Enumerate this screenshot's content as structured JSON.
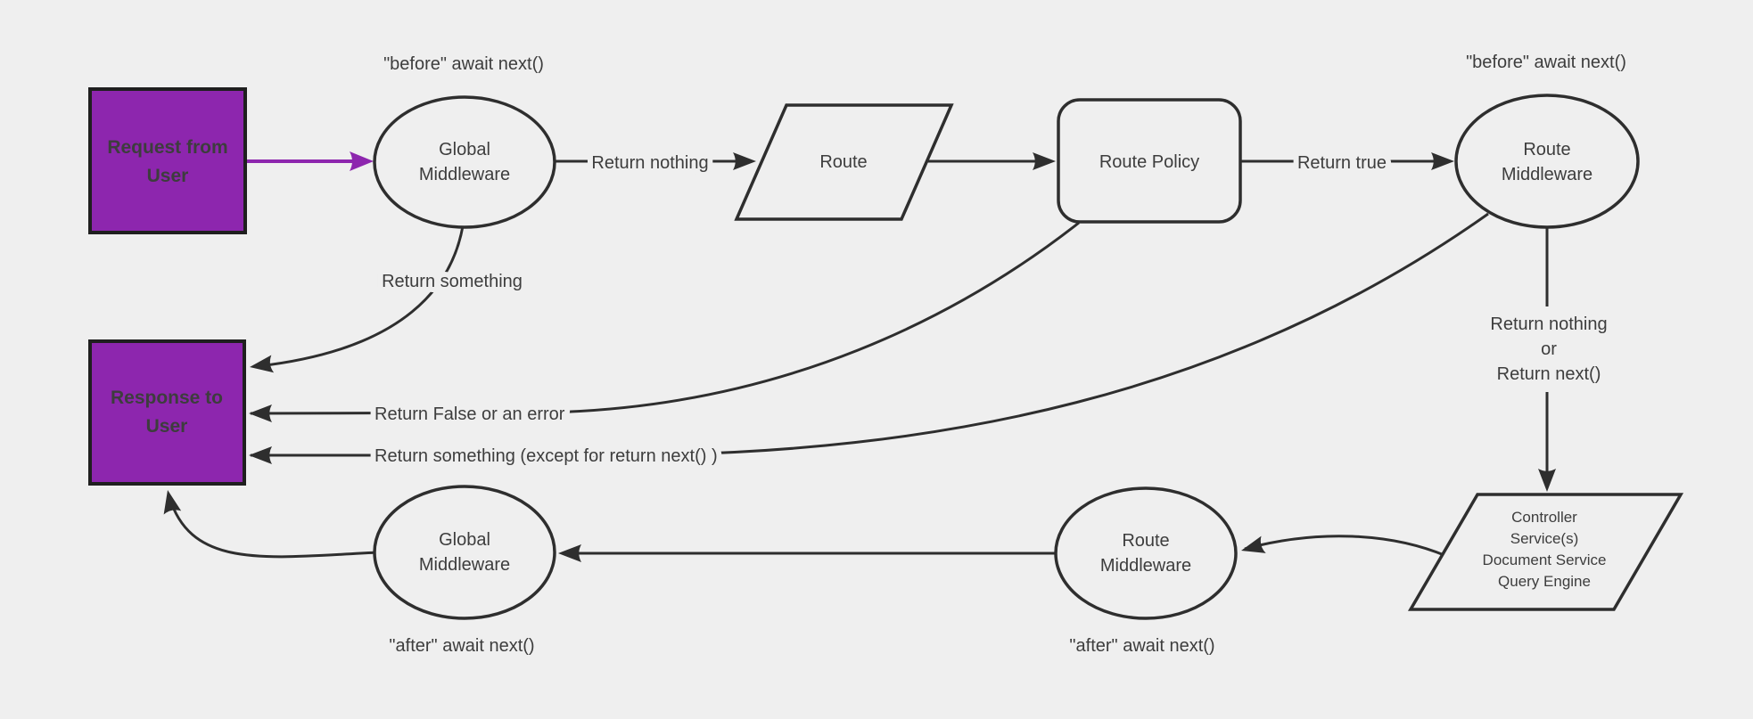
{
  "theme": {
    "background": "#efefef",
    "line_color": "#2e2e2e",
    "text_color": "#3d3d3d",
    "accent_purple": "#8d26ae",
    "box_border": "#1f1f1f",
    "box_text_color": "#ffffff",
    "shape_fill": "#efefef"
  },
  "nodes": {
    "request": {
      "line1": "Request from",
      "line2": "User"
    },
    "global_middleware_top": {
      "line1": "Global",
      "line2": "Middleware"
    },
    "route": {
      "label": "Route"
    },
    "route_policy": {
      "label": "Route Policy"
    },
    "route_middleware_top": {
      "line1": "Route",
      "line2": "Middleware"
    },
    "controller": {
      "line1": "Controller",
      "line2": "Service(s)",
      "line3": "Document Service",
      "line4": "Query Engine"
    },
    "route_middleware_bottom": {
      "line1": "Route",
      "line2": "Middleware"
    },
    "global_middleware_bottom": {
      "line1": "Global",
      "line2": "Middleware"
    },
    "response": {
      "line1": "Response to",
      "line2": "User"
    }
  },
  "edge_labels": {
    "before_await_next_left": "\"before\" await next()",
    "before_await_next_right": "\"before\" await next()",
    "after_await_next_left": "\"after\" await next()",
    "after_await_next_right": "\"after\" await next()",
    "return_nothing": "Return nothing",
    "return_true": "Return true",
    "return_something": "Return something",
    "return_false_or_error": "Return False or an error",
    "return_something_except": "Return something (except for return next() )",
    "return_nothing_or": {
      "line1": "Return nothing",
      "line2": "or",
      "line3": "Return next()"
    }
  }
}
